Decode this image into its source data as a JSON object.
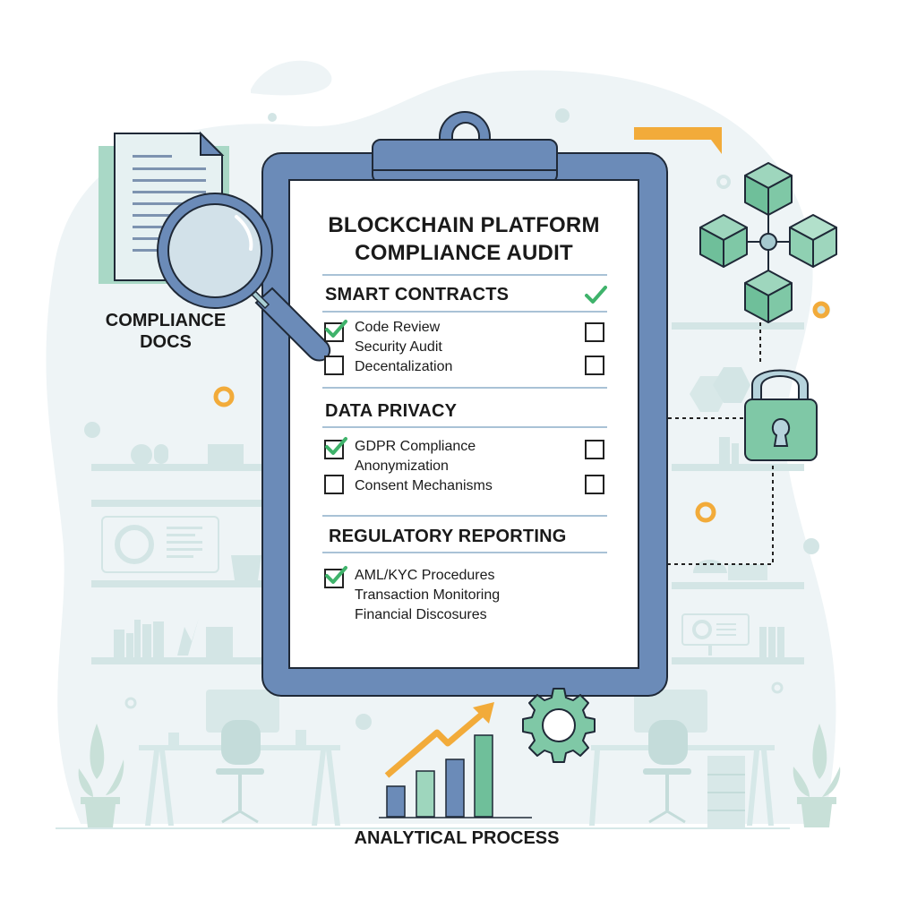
{
  "document": {
    "title_line1": "BLOCKCHAIN PLATFORM",
    "title_line2": "COMPLIANCE AUDIT"
  },
  "sections": [
    {
      "heading": "SMART CONTRACTS",
      "heading_checked": true,
      "items": [
        {
          "label": "Code Review",
          "left_checked": true,
          "right_box": true
        },
        {
          "label": "Security Audit",
          "left_checked": false,
          "right_box": false
        },
        {
          "label": "Decentalization",
          "left_checked": false,
          "right_box": true
        }
      ]
    },
    {
      "heading": "DATA PRIVACY",
      "heading_checked": false,
      "items": [
        {
          "label": "GDPR Compliance",
          "left_checked": true,
          "right_box": true
        },
        {
          "label": "Anonymization",
          "left_checked": false,
          "right_box": false
        },
        {
          "label": "Consent Mechanisms",
          "left_checked": false,
          "right_box": true
        }
      ]
    },
    {
      "heading": "REGULATORY REPORTING",
      "heading_checked": false,
      "items": [
        {
          "label": "AML/KYC Procedures",
          "left_checked": true,
          "right_box": false
        },
        {
          "label": "Transaction Monitoring",
          "left_checked": false,
          "right_box": false
        },
        {
          "label": "Financial Discosures",
          "left_checked": false,
          "right_box": false
        }
      ]
    }
  ],
  "side_labels": {
    "compliance_docs_line1": "COMPLIANCE",
    "compliance_docs_line2": "DOCS",
    "analytical_process": "ANALYTICAL PROCESS"
  },
  "icons": {
    "document": "document-icon",
    "magnifier": "magnifying-glass-icon",
    "blockchain": "blockchain-network-icon",
    "lock": "padlock-icon",
    "chart": "bar-chart-icon",
    "gear": "gear-icon",
    "flag": "flag-icon"
  },
  "colors": {
    "clipboard": "#6b8bb8",
    "accent_green": "#6fbf9a",
    "check_green": "#3fb36b",
    "accent_orange": "#f2ab3a",
    "rule_blue": "#a9c2d6",
    "bg_tint": "#eef4f6",
    "muted_teal": "#cfe3e3"
  }
}
